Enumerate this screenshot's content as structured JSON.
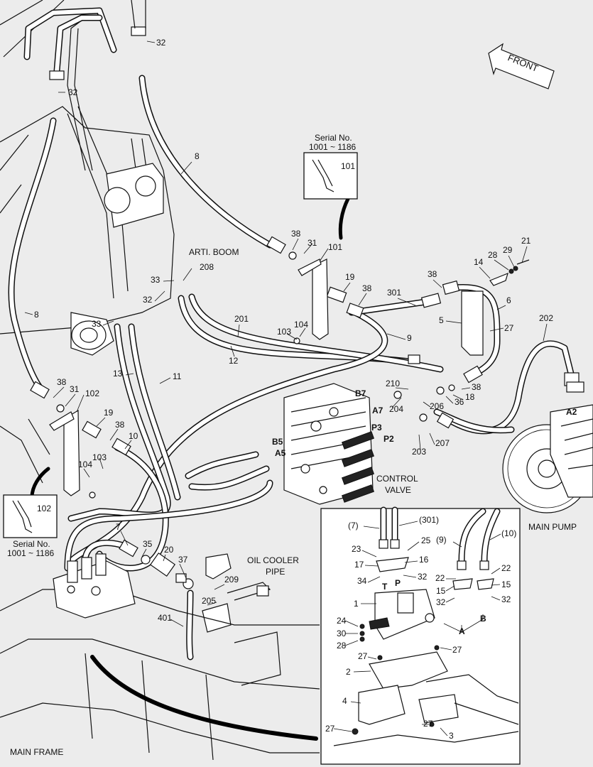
{
  "labels": {
    "front": "FRONT",
    "arti_boom": "ARTI. BOOM",
    "control_valve_1": "CONTROL",
    "control_valve_2": "VALVE",
    "main_pump": "MAIN PUMP",
    "oil_cooler_1": "OIL COOLER",
    "oil_cooler_2": "PIPE",
    "main_frame": "MAIN FRAME"
  },
  "serial_inset_top": {
    "serial_title": "Serial No.",
    "serial_range": "1001 ~ 1186",
    "part": "101"
  },
  "serial_inset_left": {
    "serial_title": "Serial No.",
    "serial_range": "1001 ~ 1186",
    "part": "102"
  },
  "port_labels": {
    "b7": "B7",
    "a7": "A7",
    "p3": "P3",
    "p2": "P2",
    "b5": "B5",
    "a5": "A5",
    "a2": "A2",
    "t": "T",
    "p": "P",
    "a": "A",
    "b": "B"
  },
  "callouts": {
    "c32a": "32",
    "c32b": "32",
    "c8a": "8",
    "c8b": "8",
    "c38a": "38",
    "c31a": "31",
    "c101": "101",
    "c33a": "33",
    "c208": "208",
    "c33b": "33",
    "c32c": "32",
    "c19a": "19",
    "c38b": "38",
    "c301": "301",
    "c38c": "38",
    "c14": "14",
    "c28a": "28",
    "c29": "29",
    "c21": "21",
    "c6": "6",
    "c5": "5",
    "c27a": "27",
    "c202": "202",
    "c201": "201",
    "c103a": "103",
    "c104a": "104",
    "c9": "9",
    "c12": "12",
    "c13": "13",
    "c11": "11",
    "c210": "210",
    "c38d": "38",
    "c18": "18",
    "c36": "36",
    "c206": "206",
    "c204": "204",
    "c207": "207",
    "c203": "203",
    "c38e": "38",
    "c31b": "31",
    "c102": "102",
    "c19b": "19",
    "c38f": "38",
    "c10": "10",
    "c103b": "103",
    "c104b": "104",
    "c7": "7",
    "c35": "35",
    "c20": "20",
    "c37": "37",
    "c209": "209",
    "c205": "205",
    "c401": "401",
    "d7": "(7)",
    "d301": "(301)",
    "d9": "(9)",
    "d10": "(10)",
    "d23": "23",
    "d25": "25",
    "d16": "16",
    "d17": "17",
    "d32a": "32",
    "d34": "34",
    "d22a": "22",
    "d22b": "22",
    "d15a": "15",
    "d15b": "15",
    "d32b": "32",
    "d32c": "32",
    "d1": "1",
    "d24": "24",
    "d30": "30",
    "d28": "28",
    "d27a": "27",
    "d27b": "27",
    "d2": "2",
    "d4": "4",
    "d27c": "27",
    "d27d": "27",
    "d3": "3"
  },
  "colors": {
    "line": "#111111",
    "paper": "#ececec",
    "panel": "#ffffff"
  }
}
